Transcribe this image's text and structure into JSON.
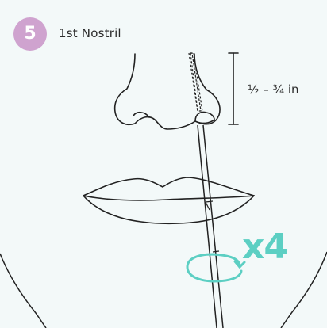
{
  "step": {
    "number": "5",
    "title": "1st Nostril"
  },
  "depth_label": "½ – ¾ in",
  "rotation_label": "x4",
  "colors": {
    "background": "#f3f9f9",
    "badge": "#cfa3cf",
    "accent": "#5ccfc3",
    "line": "#222222"
  },
  "icons": [
    "swab-icon",
    "rotation-arrow-icon",
    "depth-bracket-icon"
  ]
}
